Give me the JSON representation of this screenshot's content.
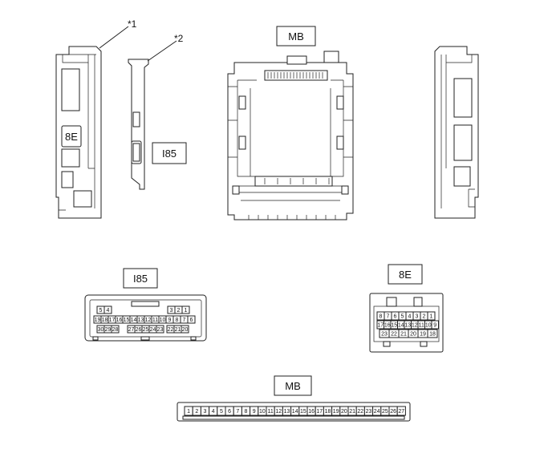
{
  "callouts": {
    "star1": "*1",
    "star2": "*2"
  },
  "labels": {
    "mb_top": "MB",
    "i85_side": "I85",
    "connector_8e": "8E",
    "i85_box": "I85",
    "box_8e": "8E",
    "mb_box": "MB"
  },
  "i85_pins": {
    "row1_left": [
      "5",
      "4"
    ],
    "row1_right": [
      "3",
      "2",
      "1"
    ],
    "row2": [
      "19",
      "18",
      "17",
      "16",
      "15",
      "14",
      "13",
      "12",
      "11",
      "10",
      "9",
      "8",
      "7",
      "6"
    ],
    "row3_left": [
      "30",
      "29",
      "28"
    ],
    "row3_mid": [
      "27",
      "26",
      "25",
      "24",
      "23"
    ],
    "row3_right": [
      "22",
      "21",
      "20"
    ]
  },
  "e8_pins": {
    "row1": [
      "8",
      "7",
      "6",
      "5",
      "4",
      "3",
      "2",
      "1"
    ],
    "row2": [
      "17",
      "16",
      "15",
      "14",
      "13",
      "12",
      "11",
      "10",
      "9"
    ],
    "row3": [
      "23",
      "22",
      "21",
      "20",
      "19",
      "18"
    ]
  },
  "mb_pins": [
    "1",
    "2",
    "3",
    "4",
    "5",
    "6",
    "7",
    "8",
    "9",
    "10",
    "11",
    "12",
    "13",
    "14",
    "15",
    "16",
    "17",
    "18",
    "19",
    "20",
    "21",
    "22",
    "23",
    "24",
    "25",
    "26",
    "27"
  ]
}
